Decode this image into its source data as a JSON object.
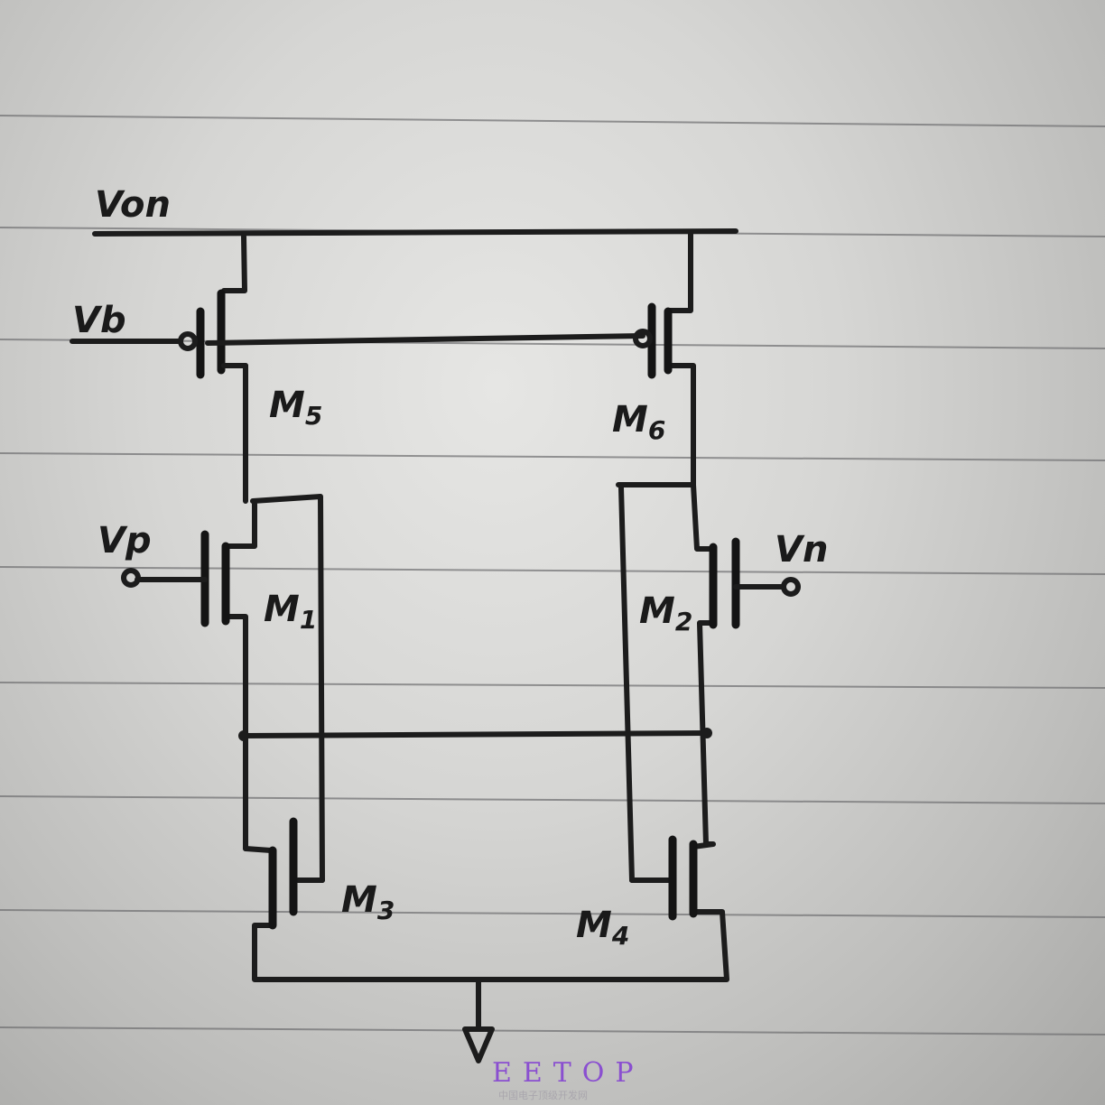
{
  "labels": {
    "supply": "Von",
    "bias": "Vb",
    "input_p": "Vp",
    "input_n": "Vn"
  },
  "transistors": [
    {
      "name": "M",
      "sub": "5",
      "type": "pmos"
    },
    {
      "name": "M",
      "sub": "6",
      "type": "pmos"
    },
    {
      "name": "M",
      "sub": "1",
      "type": "nmos"
    },
    {
      "name": "M",
      "sub": "2",
      "type": "nmos"
    },
    {
      "name": "M",
      "sub": "3",
      "type": "nmos"
    },
    {
      "name": "M",
      "sub": "4",
      "type": "nmos"
    }
  ],
  "watermark": {
    "brand": "EETOP",
    "tagline": "中国电子顶级开发网",
    "color": "#8a4fd0"
  }
}
